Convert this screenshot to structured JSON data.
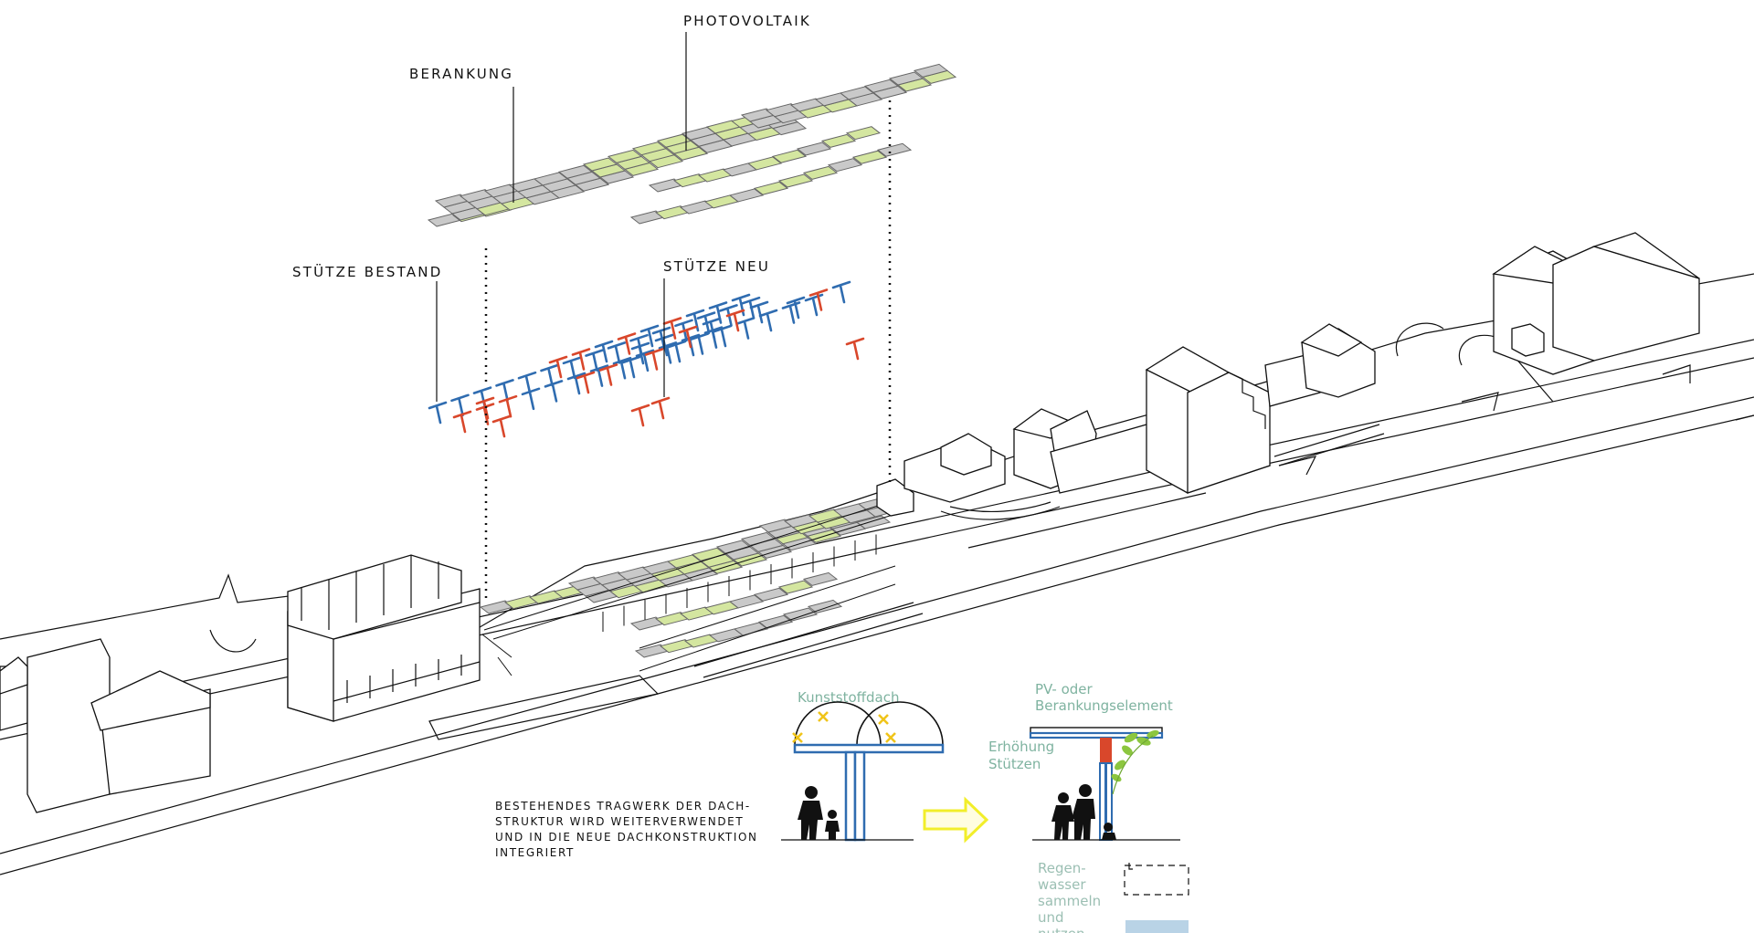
{
  "labels": {
    "photovoltaik": "PHOTOVOLTAIK",
    "berankung": "BERANKUNG",
    "stuetze_bestand": "STÜTZE BESTAND",
    "stuetze_neu": "STÜTZE NEU"
  },
  "note": {
    "line1": "BESTEHENDES TRAGWERK DER DACH-",
    "line2": "STRUKTUR WIRD WEITERVERWENDET",
    "line3": "UND IN DIE NEUE DACHKONSTRUKTION",
    "line4": "INTEGRIERT"
  },
  "detail_existing": {
    "label": "Kunststoffdach"
  },
  "detail_new": {
    "label_top_1": "PV- oder",
    "label_top_2": "Berankungselement",
    "label_side_1": "Erhöhung",
    "label_side_2": "Stützen",
    "rain_1": "Regen-",
    "rain_2": "wasser",
    "rain_3": "sammeln",
    "rain_4": "und",
    "rain_5": "nutzen"
  },
  "colors": {
    "pv_green": "#d4e6a0",
    "panel_grey": "#c9c9c9",
    "column_existing_blue": "#2f6cb0",
    "column_new_red": "#d9472b",
    "label_green": "#7fb3a0",
    "arrow_yellow": "#f2ee2a",
    "plant_green": "#8cc63f",
    "water_blue": "#b9d3e6"
  },
  "icons": {
    "arrow": "arrow-right-outline-icon",
    "people": "family-pictogram-icon"
  }
}
